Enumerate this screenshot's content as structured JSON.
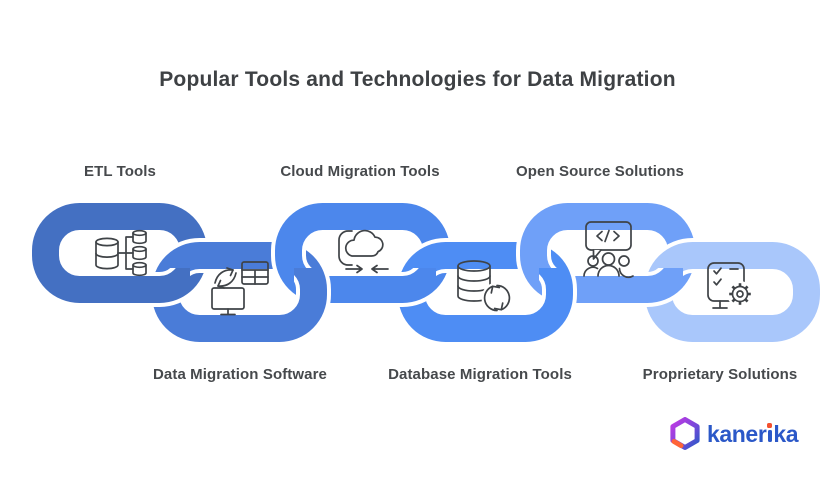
{
  "title": "Popular Tools and Technologies for Data Migration",
  "items": [
    {
      "label": "ETL Tools",
      "row": "top",
      "icon": "databases-branch-icon",
      "color": "#4470C2"
    },
    {
      "label": "Data Migration Software",
      "row": "bottom",
      "icon": "monitor-table-sync-icon",
      "color": "#4A7CD8"
    },
    {
      "label": "Cloud Migration Tools",
      "row": "top",
      "icon": "cloud-transfer-icon",
      "color": "#4C87EC"
    },
    {
      "label": "Database Migration Tools",
      "row": "bottom",
      "icon": "database-refresh-icon",
      "color": "#4E8DF4"
    },
    {
      "label": "Open Source Solutions",
      "row": "top",
      "icon": "community-code-bubble-icon",
      "color": "#6FA0F8"
    },
    {
      "label": "Proprietary Solutions",
      "row": "bottom",
      "icon": "checklist-gear-icon",
      "color": "#A9C7FB"
    }
  ],
  "icon_stroke_color": "#3F4347",
  "background_color": "#FFFFFF",
  "logo": {
    "text": "kanerika",
    "text_pre": "kaner",
    "text_post": "ka",
    "text_color": "#2B58C8",
    "dot_color": "#F4502E",
    "cube_accent": "#FF6438"
  }
}
